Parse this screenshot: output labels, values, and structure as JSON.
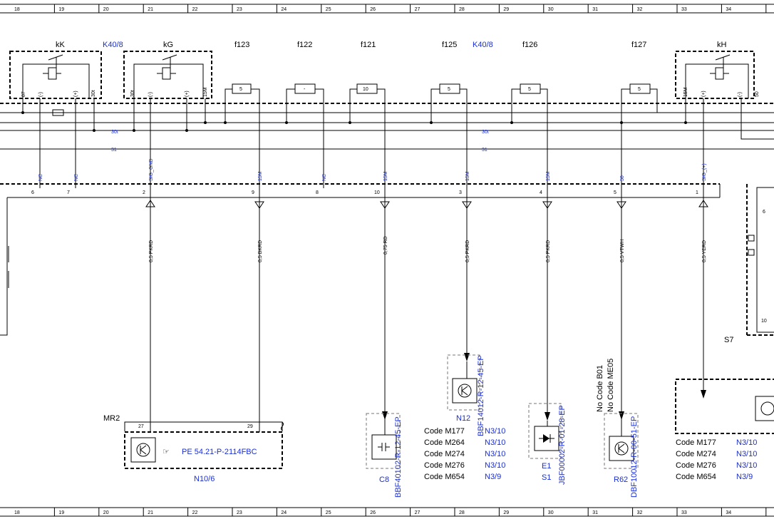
{
  "grid": {
    "columns": [
      "18",
      "19",
      "20",
      "21",
      "22",
      "23",
      "24",
      "25",
      "26",
      "27",
      "28",
      "29",
      "30",
      "31",
      "32",
      "33",
      "34"
    ]
  },
  "top_labels": {
    "kK": "kK",
    "K40_8_left": "K40/8",
    "kG": "kG",
    "f123": "f123",
    "f122": "f122",
    "f121": "f121",
    "f125": "f125",
    "K40_8_mid": "K40/8",
    "f126": "f126",
    "f127": "f127",
    "kH": "kH"
  },
  "relay_pins": {
    "kK": [
      "87",
      "(-)",
      "(+)",
      "30t"
    ],
    "kG": [
      "30t",
      "(-)",
      "(+)",
      "15M"
    ],
    "kH": [
      "15M",
      "(+)",
      "(-)",
      "50"
    ]
  },
  "fuse_values": {
    "f123": "5",
    "f122": "-",
    "f121": "10",
    "f125": "5",
    "f126": "5",
    "f127": "5"
  },
  "bus_labels": {
    "l30t_left": "30t",
    "l30t_right": "30t",
    "l31_left": "31",
    "l31_right": "31"
  },
  "signal_labels": [
    "NC",
    "NC",
    "SIG_GND",
    "15M",
    "NC",
    "15M",
    "15M",
    "15M",
    "50",
    "SIG_(+)"
  ],
  "connector_pins": [
    "6",
    "7",
    "2",
    "9",
    "8",
    "10",
    "3",
    "4",
    "5",
    "1"
  ],
  "wires": [
    {
      "label": "0,5 PKRD"
    },
    {
      "label": "0,5 BKRD"
    },
    {
      "label": "0,75 RD"
    },
    {
      "label": "0,5 PKRD"
    },
    {
      "label": "0,5 PKRD"
    },
    {
      "label": "0,5 VTWH"
    },
    {
      "label": "0,5 YERD"
    }
  ],
  "modules": {
    "mr2": "MR2",
    "mr2_pin_27": "27",
    "mr2_pin_29": "29",
    "pe_ref": "PE 54.21-P-2114FBC",
    "n10_6": "N10/6",
    "s7": "S7",
    "right_box_pins": [
      "6",
      "10"
    ],
    "c8": "C8",
    "c8_ref": "BBF40102-R-12-45-EP",
    "n12": "N12",
    "n12_ref": "BBF14012-R-12-45-EP",
    "e1": "E1",
    "s1": "S1",
    "e1_ref": "JBF00002-R-01-28-EP",
    "r62": "R62",
    "r62_ref": "DBF10012-R-00-51-EP",
    "no_code_b01": "No Code B01",
    "no_code_me05": "No Code ME05"
  },
  "codes_middle": [
    {
      "code": "Code M177",
      "ref": "N3/10"
    },
    {
      "code": "Code M264",
      "ref": "N3/10"
    },
    {
      "code": "Code M274",
      "ref": "N3/10"
    },
    {
      "code": "Code M276",
      "ref": "N3/10"
    },
    {
      "code": "Code M654",
      "ref": "N3/9"
    }
  ],
  "codes_right": [
    {
      "code": "Code M177",
      "ref": "N3/10"
    },
    {
      "code": "Code M274",
      "ref": "N3/10"
    },
    {
      "code": "Code M276",
      "ref": "N3/10"
    },
    {
      "code": "Code M654",
      "ref": "N3/9"
    }
  ],
  "colors": {
    "ink": "#000000",
    "blue_text": "#1a2fd6",
    "grey_box": "#777777"
  }
}
